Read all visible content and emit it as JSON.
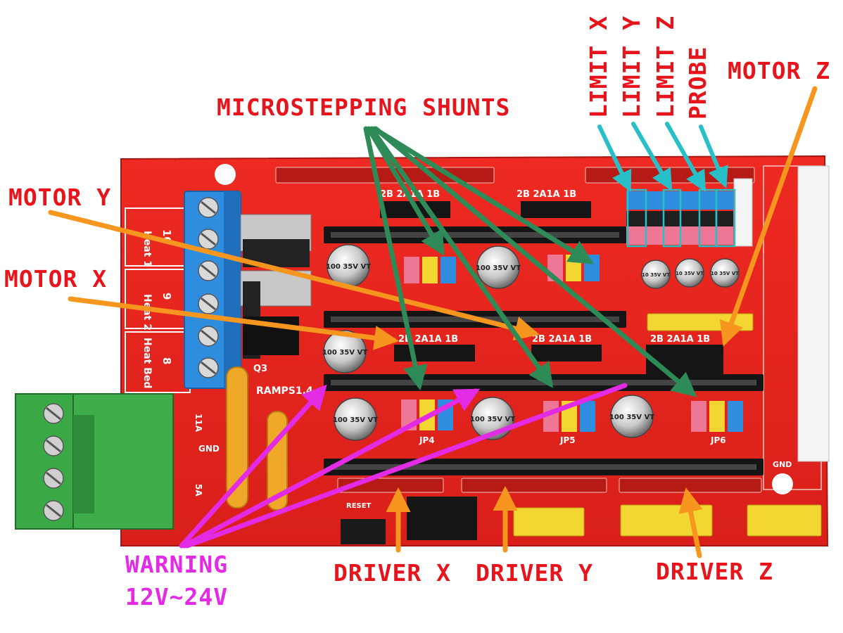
{
  "labels": {
    "microstepping_shunts": "MICROSTEPPING SHUNTS",
    "motor_y": "MOTOR Y",
    "motor_x": "MOTOR X",
    "motor_z": "MOTOR Z",
    "limit_x": "LIMIT X",
    "limit_y": "LIMIT Y",
    "limit_z": "LIMIT Z",
    "probe": "PROBE",
    "driver_x": "DRIVER X",
    "driver_y": "DRIVER Y",
    "driver_z": "DRIVER Z",
    "warning_line1": "WARNING",
    "warning_line2": "12V~24V"
  },
  "board": {
    "heater_labels": [
      "Heat 1",
      "Heat 2",
      "Heat Bed"
    ],
    "heater_pins": [
      "10",
      "9",
      "8"
    ],
    "pin_group_label": "2B 2A1A 1B",
    "version_label": "RAMPS1.4",
    "capacitor_label": "100 35V VT",
    "small_cap_label": "10 35V VT",
    "jumper_labels": [
      "JP4",
      "JP5",
      "JP6"
    ],
    "power_labels": [
      "11A",
      "GND",
      "5A"
    ],
    "gnd_label": "GND",
    "reset_label": "RESET",
    "q3_label": "Q3"
  },
  "colors": {
    "pcb": "#e8231e",
    "pcb_dark": "#b41a16",
    "arrow_orange": "#f6961e",
    "arrow_green": "#2e8b57",
    "arrow_teal": "#28c0c8",
    "arrow_magenta": "#e32be6",
    "label_red": "#e8141c"
  }
}
